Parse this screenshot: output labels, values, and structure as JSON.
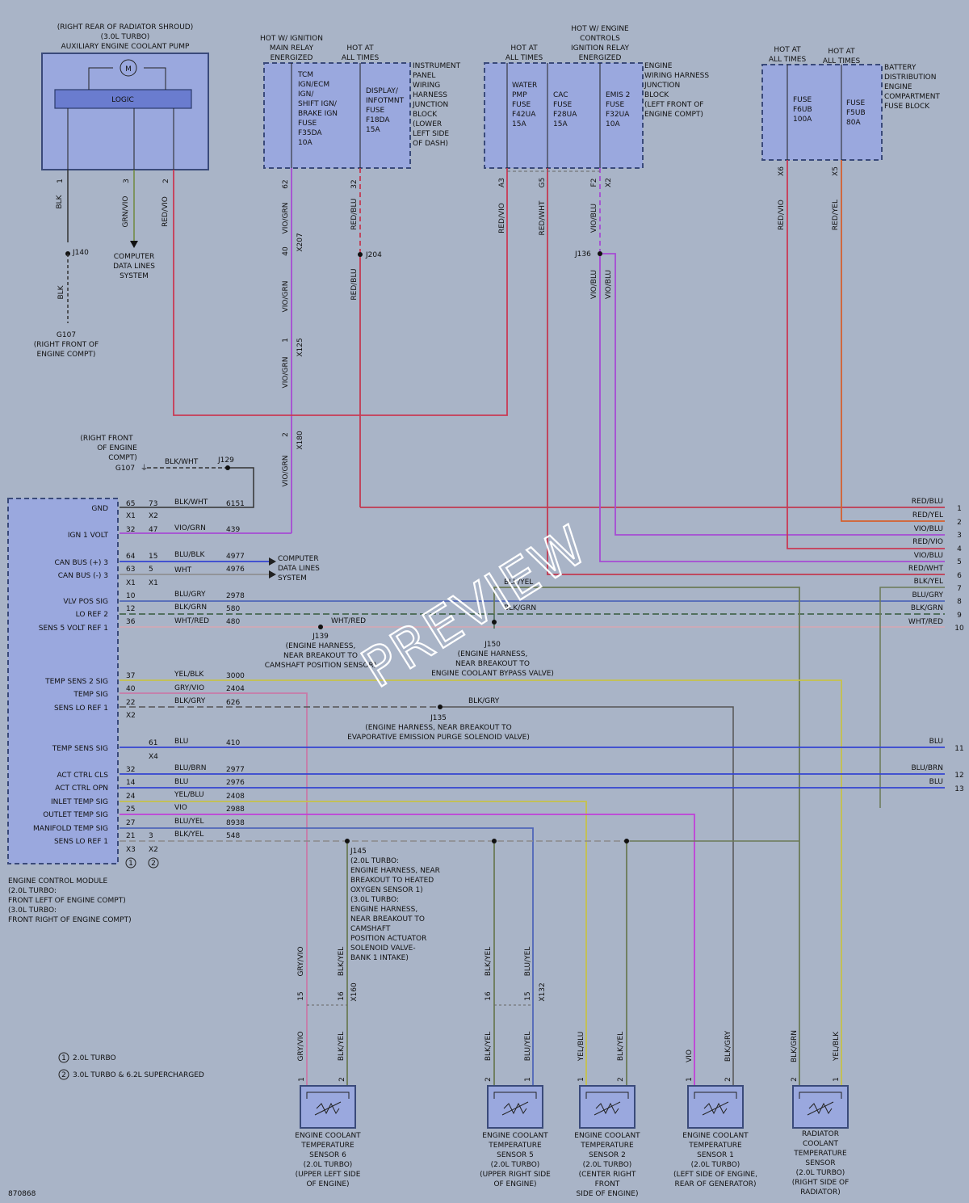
{
  "diagram_id": "870868",
  "pump": {
    "header": [
      "(RIGHT REAR OF RADIATOR SHROUD)",
      "(3.0L TURBO)",
      "AUXILIARY ENGINE COOLANT PUMP"
    ],
    "logic": "LOGIC",
    "motor": "M"
  },
  "pump_pins": [
    {
      "pin": "1",
      "wire": "BLK"
    },
    {
      "pin": "3",
      "wire": "GRN/VIO"
    },
    {
      "pin": "2",
      "wire": "RED/VIO"
    }
  ],
  "j140": "J140",
  "pump_blk2": "BLK",
  "g107_top": [
    "G107",
    "(RIGHT FRONT OF",
    "ENGINE COMPT)"
  ],
  "computer_data_1": [
    "COMPUTER",
    "DATA LINES",
    "SYSTEM"
  ],
  "ipjb": {
    "hot1": [
      "HOT W/ IGNITION",
      "MAIN RELAY",
      "ENERGIZED"
    ],
    "hot2": [
      "HOT AT",
      "ALL TIMES"
    ],
    "fuse1": [
      "TCM",
      "IGN/ECM",
      "IGN/",
      "SHIFT IGN/",
      "BRAKE IGN",
      "FUSE",
      "F35DA",
      "10A"
    ],
    "fuse2": [
      "DISPLAY/",
      "INFOTMNT",
      "FUSE",
      "F18DA",
      "15A"
    ],
    "desc": [
      "INSTRUMENT",
      "PANEL",
      "WIRING",
      "HARNESS",
      "JUNCTION",
      "BLOCK",
      "(LOWER",
      "LEFT SIDE",
      "OF DASH)"
    ]
  },
  "ewhjb": {
    "hot1": [
      "HOT AT",
      "ALL TIMES"
    ],
    "hot2": [
      "HOT W/ ENGINE",
      "CONTROLS",
      "IGNITION RELAY",
      "ENERGIZED"
    ],
    "fuse1": [
      "WATER",
      "PMP",
      "FUSE",
      "F42UA",
      "15A"
    ],
    "fuse2": [
      "CAC",
      "FUSE",
      "F28UA",
      "15A"
    ],
    "fuse3": [
      "EMIS 2",
      "FUSE",
      "F32UA",
      "10A"
    ],
    "desc": [
      "ENGINE",
      "WIRING HARNESS",
      "JUNCTION",
      "BLOCK",
      "(LEFT FRONT OF",
      "ENGINE COMPT)"
    ]
  },
  "bdb": {
    "hot1": [
      "HOT AT",
      "ALL TIMES"
    ],
    "hot2": [
      "HOT AT",
      "ALL TIMES"
    ],
    "fuse1": [
      "FUSE",
      "F6UB",
      "100A"
    ],
    "fuse2": [
      "FUSE",
      "F5UB",
      "80A"
    ],
    "desc": [
      "BATTERY",
      "DISTRIBUTION",
      "ENGINE",
      "COMPARTMENT",
      "FUSE BLOCK"
    ]
  },
  "vertical_labels": {
    "p62": "62",
    "vio_grn_a": "VIO/GRN",
    "p40": "40",
    "x207": "X207",
    "vio_grn_b": "VIO/GRN",
    "p1": "1",
    "x125": "X125",
    "vio_grn_c": "VIO/GRN",
    "p2": "2",
    "x180": "X180",
    "vio_grn_d": "VIO/GRN",
    "p32": "32",
    "red_blu_a": "RED/BLU",
    "red_blu_b": "RED/BLU",
    "a3": "A3",
    "red_vio_a": "RED/VIO",
    "g5": "G5",
    "red_wht_a": "RED/WHT",
    "f2": "F2",
    "x2": "X2",
    "vio_blu_a": "VIO/BLU",
    "vio_blu_b": "VIO/BLU",
    "vio_blu_c": "VIO/BLU",
    "x6": "X6",
    "red_vio_b": "RED/VIO",
    "x5": "X5",
    "red_yel_a": "RED/YEL"
  },
  "j204": "J204",
  "j136": "J136",
  "g107_mid": [
    "(RIGHT FRONT",
    "OF ENGINE",
    "COMPT)",
    "G107"
  ],
  "j129": "J129",
  "blk_wht_top": "BLK/WHT",
  "ecm_pins": [
    {
      "name": "GND",
      "p1": "65",
      "p2": "73",
      "wire": "BLK/WHT",
      "circ": "6151",
      "c1": "X1",
      "c2": "X2"
    },
    {
      "name": "IGN 1 VOLT",
      "p1": "32",
      "p2": "47",
      "wire": "VIO/GRN",
      "circ": "439"
    },
    {
      "name": "CAN BUS (+) 3",
      "p1": "64",
      "p2": "15",
      "wire": "BLU/BLK",
      "circ": "4977"
    },
    {
      "name": "CAN BUS (-) 3",
      "p1": "63",
      "p2": "5",
      "wire": "WHT",
      "circ": "4976",
      "c1": "X1",
      "c2": "X1"
    },
    {
      "name": "VLV POS SIG",
      "p1": "10",
      "wire": "BLU/GRY",
      "circ": "2978"
    },
    {
      "name": "LO REF 2",
      "p1": "12",
      "wire": "BLK/GRN",
      "circ": "580"
    },
    {
      "name": "SENS 5 VOLT REF 1",
      "p1": "36",
      "wire": "WHT/RED",
      "circ": "480"
    },
    {
      "name": "TEMP SENS 2 SIG",
      "p1": "37",
      "wire": "YEL/BLK",
      "circ": "3000"
    },
    {
      "name": "TEMP SIG",
      "p1": "40",
      "wire": "GRY/VIO",
      "circ": "2404"
    },
    {
      "name": "SENS LO REF 1",
      "p1": "22",
      "wire": "BLK/GRY",
      "circ": "626",
      "c1": "X2"
    },
    {
      "name": "TEMP SENS SIG",
      "p1": "61",
      "wire": "BLU",
      "circ": "410",
      "c1": "X4"
    },
    {
      "name": "ACT CTRL CLS",
      "p1": "32",
      "wire": "BLU/BRN",
      "circ": "2977"
    },
    {
      "name": "ACT CTRL OPN",
      "p1": "14",
      "wire": "BLU",
      "circ": "2976"
    },
    {
      "name": "INLET TEMP SIG",
      "p1": "24",
      "wire": "YEL/BLU",
      "circ": "2408"
    },
    {
      "name": "OUTLET TEMP SIG",
      "p1": "25",
      "wire": "VIO",
      "circ": "2988"
    },
    {
      "name": "MANIFOLD TEMP SIG",
      "p1": "27",
      "wire": "BLU/YEL",
      "circ": "8938"
    },
    {
      "name": "SENS LO REF 1",
      "p1": "21",
      "p2": "3",
      "wire": "BLK/YEL",
      "circ": "548",
      "c1": "X3",
      "c2": "X2"
    }
  ],
  "ecm_notes": [
    "1",
    "2"
  ],
  "ecm_desc": [
    "ENGINE CONTROL MODULE",
    "(2.0L TURBO:",
    "FRONT LEFT OF ENGINE COMPT)",
    "(3.0L TURBO:",
    "FRONT RIGHT OF ENGINE COMPT)"
  ],
  "computer_data_2": [
    "COMPUTER",
    "DATA LINES",
    "SYSTEM"
  ],
  "right_rows": [
    {
      "wire": "RED/BLU",
      "num": "1",
      "color": "#c23a52"
    },
    {
      "wire": "RED/YEL",
      "num": "2",
      "color": "#d5602e"
    },
    {
      "wire": "VIO/BLU",
      "num": "3",
      "color": "#a64bd3"
    },
    {
      "wire": "RED/VIO",
      "num": "4",
      "color": "#c93a55"
    },
    {
      "wire": "VIO/BLU",
      "num": "5",
      "color": "#a64bd3"
    },
    {
      "wire": "RED/WHT",
      "num": "6",
      "color": "#c23a52"
    },
    {
      "wire": "BLK/YEL",
      "num": "7",
      "color": "#6b7a57"
    },
    {
      "wire": "BLU/GRY",
      "num": "8",
      "color": "#4f66b8"
    },
    {
      "wire": "BLK/GRN",
      "num": "9",
      "color": "#45664f"
    },
    {
      "wire": "WHT/RED",
      "num": "10",
      "color": "#d7a6b2"
    },
    {
      "wire": "BLU",
      "num": "11",
      "color": "#3545d2"
    },
    {
      "wire": "BLU/BRN",
      "num": "12",
      "color": "#3545d2"
    },
    {
      "wire": "BLU",
      "num": "13",
      "color": "#3545d2"
    }
  ],
  "mid_labels": {
    "blk_yel": "BLK/YEL",
    "blk_grn": "BLK/GRN",
    "wht_red": "WHT/RED",
    "blk_gry": "BLK/GRY"
  },
  "j139": [
    "J139",
    "(ENGINE HARNESS,",
    "NEAR BREAKOUT TO",
    "CAMSHAFT POSITION SENSOR)"
  ],
  "j150": [
    "J150",
    "(ENGINE HARNESS,",
    "NEAR BREAKOUT TO",
    "ENGINE COOLANT BYPASS VALVE)"
  ],
  "j135": [
    "J135",
    "(ENGINE HARNESS, NEAR BREAKOUT TO",
    "EVAPORATIVE EMISSION PURGE SOLENOID VALVE)"
  ],
  "j145": [
    "J145",
    "(2.0L TURBO:",
    "ENGINE HARNESS, NEAR",
    "BREAKOUT TO HEATED",
    "OXYGEN SENSOR 1)",
    "(3.0L TURBO:",
    "ENGINE HARNESS,",
    "NEAR BREAKOUT TO",
    "CAMSHAFT",
    "POSITION ACTUATOR",
    "SOLENOID VALVE-",
    "BANK 1 INTAKE)"
  ],
  "sensor_conn": {
    "p15": "15",
    "p16a": "16",
    "x160": "X160",
    "p16b": "16",
    "p15b": "15",
    "x132": "X132",
    "gry_vio_a": "GRY/VIO",
    "blk_yel_a": "BLK/YEL",
    "blk_yel_b": "BLK/YEL",
    "blu_yel_a": "BLU/YEL",
    "gry_vio_b": "GRY/VIO",
    "blk_yel_c": "BLK/YEL",
    "blk_yel_d": "BLK/YEL",
    "blu_yel_b": "BLU/YEL",
    "yel_blu": "YEL/BLU",
    "blk_yel_e": "BLK/YEL",
    "vio": "VIO",
    "blk_gry": "BLK/GRY",
    "blk_grn": "BLK/GRN",
    "yel_blk": "YEL/BLK"
  },
  "sensors": [
    {
      "desc": [
        "ENGINE COOLANT",
        "TEMPERATURE",
        "SENSOR 6",
        "(2.0L TURBO)",
        "(UPPER LEFT SIDE",
        "OF ENGINE)"
      ],
      "p1": "1",
      "p2": "2"
    },
    {
      "desc": [
        "ENGINE COOLANT",
        "TEMPERATURE",
        "SENSOR 5",
        "(2.0L TURBO)",
        "(UPPER RIGHT SIDE",
        "OF ENGINE)"
      ],
      "p1": "2",
      "p2": "1"
    },
    {
      "desc": [
        "ENGINE COOLANT",
        "TEMPERATURE",
        "SENSOR 2",
        "(2.0L TURBO)",
        "(CENTER RIGHT",
        "FRONT",
        "SIDE OF ENGINE)"
      ],
      "p1": "1",
      "p2": "2"
    },
    {
      "desc": [
        "ENGINE COOLANT",
        "TEMPERATURE",
        "SENSOR 1",
        "(2.0L TURBO)",
        "(LEFT SIDE OF ENGINE,",
        "REAR OF GENERATOR)"
      ],
      "p1": "1",
      "p2": "2"
    },
    {
      "desc": [
        "RADIATOR",
        "COOLANT",
        "TEMPERATURE",
        "SENSOR",
        "(2.0L TURBO)",
        "(RIGHT SIDE OF",
        "RADIATOR)"
      ],
      "p1": "2",
      "p2": "1"
    }
  ],
  "legend": [
    {
      "num": "1",
      "text": "2.0L TURBO"
    },
    {
      "num": "2",
      "text": "3.0L TURBO & 6.2L SUPERCHARGED"
    }
  ],
  "watermark": "PREVIEW",
  "colors": {
    "background": "#a9b4c7",
    "box": "#9aa8de",
    "red": "#c23a52",
    "violet": "#a64bd3",
    "blue": "#3545d2",
    "gray_dash": "#6f7380"
  }
}
